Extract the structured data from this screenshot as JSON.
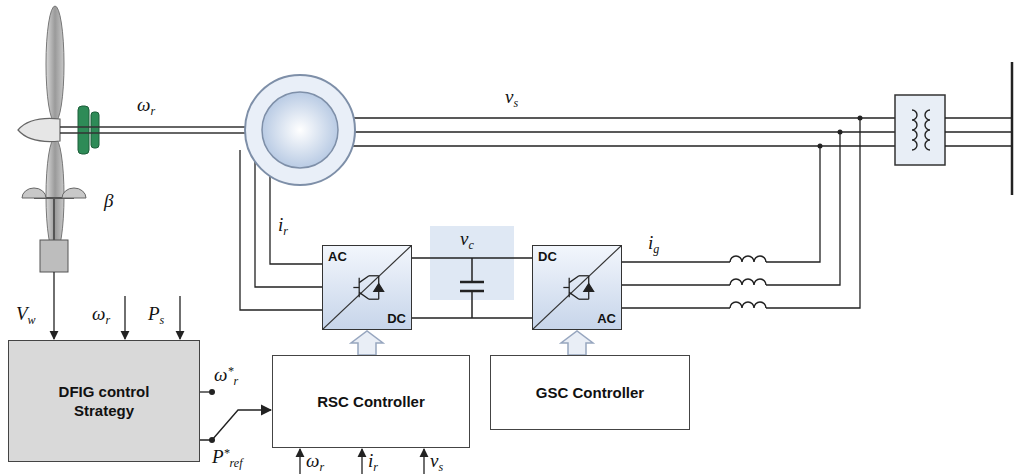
{
  "diagram": {
    "nodes": [
      {
        "text": [
          "AC",
          "DC"
        ]
      },
      {
        "text": [
          "DC",
          "AC"
        ]
      },
      {
        "text": [
          "DFIG control Strategy"
        ]
      },
      {
        "text": [
          "RSC Controller"
        ]
      },
      {
        "text": [
          "GSC Controller"
        ]
      }
    ],
    "edges": [
      {
        "from": 0,
        "to": 1,
        "arrow": "none"
      },
      {
        "from": 2,
        "to": 3,
        "arrow": "to"
      },
      {
        "from": 3,
        "to": 0,
        "arrow": "to"
      },
      {
        "from": 4,
        "to": 1,
        "arrow": "to"
      }
    ],
    "labels": [
      "ωr",
      "β",
      "vs",
      "ir",
      "vc",
      "ig",
      "Vw",
      "ωr",
      "Ps",
      "ωr*",
      "Pref*",
      "ωr",
      "ir",
      "vs"
    ]
  }
}
